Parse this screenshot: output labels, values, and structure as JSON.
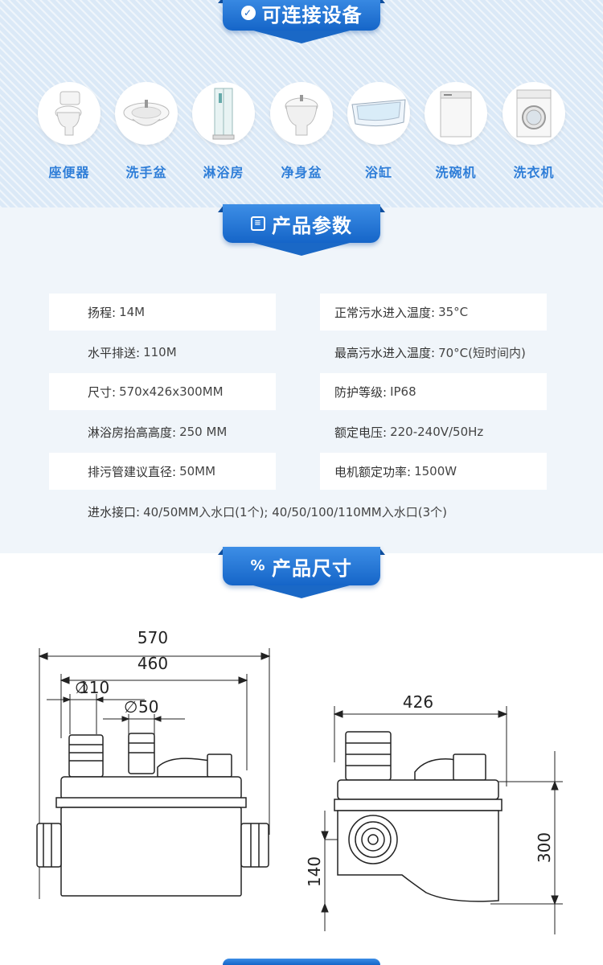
{
  "devices_section": {
    "title": "可连接设备",
    "items": [
      {
        "label": "座便器",
        "icon": "toilet-icon"
      },
      {
        "label": "洗手盆",
        "icon": "washbasin-icon"
      },
      {
        "label": "淋浴房",
        "icon": "shower-room-icon"
      },
      {
        "label": "净身盆",
        "icon": "bidet-icon"
      },
      {
        "label": "浴缸",
        "icon": "bathtub-icon"
      },
      {
        "label": "洗碗机",
        "icon": "dishwasher-icon"
      },
      {
        "label": "洗衣机",
        "icon": "washing-machine-icon"
      }
    ]
  },
  "params_section": {
    "title": "产品参数",
    "rows": [
      {
        "left": {
          "key": "扬程:",
          "value": "14M"
        },
        "right": {
          "key": "正常污水进入温度:",
          "value": "35°C"
        }
      },
      {
        "left": {
          "key": "水平排送:",
          "value": "110M"
        },
        "right": {
          "key": "最高污水进入温度:",
          "value": "70°C(短时间内)"
        }
      },
      {
        "left": {
          "key": "尺寸:",
          "value": "570x426x300MM"
        },
        "right": {
          "key": "防护等级:",
          "value": "IP68"
        }
      },
      {
        "left": {
          "key": "淋浴房抬高高度:",
          "value": "250 MM"
        },
        "right": {
          "key": "额定电压:",
          "value": "220-240V/50Hz"
        }
      },
      {
        "left": {
          "key": "排污管建议直径:",
          "value": "50MM"
        },
        "right": {
          "key": "电机额定功率:",
          "value": "1500W"
        }
      }
    ],
    "inlet": {
      "key": "进水接口:",
      "value": "40/50MM入水口(1个); 40/50/100/110MM入水口(3个)"
    }
  },
  "dims_section": {
    "title": "产品尺寸",
    "front": {
      "width_total": "570",
      "width_inner": "460",
      "dia_large": "110",
      "dia_small": "50"
    },
    "side": {
      "depth": "426",
      "height": "300",
      "inlet_height": "140"
    }
  },
  "colors": {
    "accent": "#1a68c6",
    "label_blue": "#2f7ed8",
    "band_light": "#dbe9f7",
    "params_bg": "#f0f5fa"
  }
}
